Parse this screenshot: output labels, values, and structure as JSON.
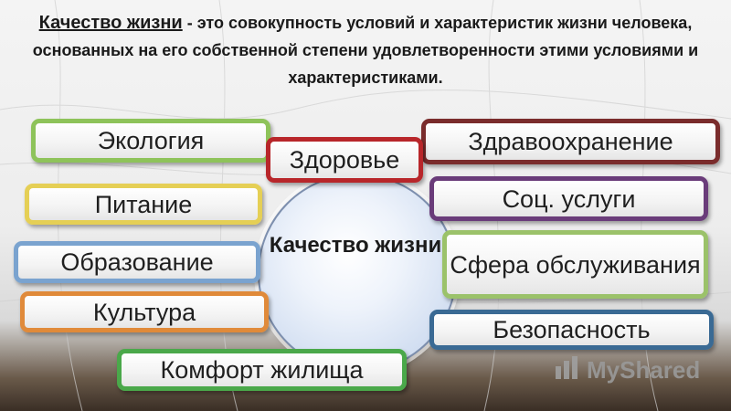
{
  "header": {
    "term": "Качество жизни",
    "definition": " - это совокупность условий и характеристик жизни человека, основанных на его собственной степени удовлетворенности этими условиями и характеристиками."
  },
  "center": {
    "label": "Качество жизни"
  },
  "factors": {
    "ecology": "Экология",
    "health": "Здоровье",
    "healthcare": "Здравоохранение",
    "nutrition": "Питание",
    "social_services": "Соц. услуги",
    "education": "Образование",
    "service_sector": "Сфера обслуживания",
    "culture": "Культура",
    "safety": "Безопасность",
    "housing_comfort": "Комфорт жилища"
  },
  "watermark": {
    "text": "MyShared"
  },
  "colors": {
    "ecology": "#8ec35a",
    "health": "#b8262a",
    "healthcare": "#7a2c2c",
    "nutrition": "#e5cf55",
    "social_services": "#6a3c7a",
    "education": "#7aa3cf",
    "service_sector": "#9bc26a",
    "culture": "#e08a3a",
    "safety": "#3a6a94",
    "housing_comfort": "#4aa84a",
    "center_fill": "#d4e0f2"
  },
  "icons": {
    "watermark": "bar-chart-icon"
  }
}
